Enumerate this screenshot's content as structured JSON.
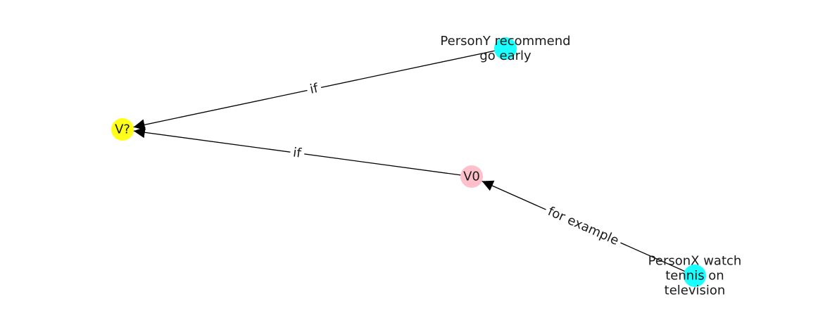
{
  "nodes": [
    {
      "id": "vq",
      "label": [
        "V?"
      ],
      "color": "#ffff1a"
    },
    {
      "id": "v0",
      "label": [
        "V0"
      ],
      "color": "#ffc0cb"
    },
    {
      "id": "py",
      "label": [
        "PersonY recommend",
        "go early"
      ],
      "color": "#1affff"
    },
    {
      "id": "px",
      "label": [
        "PersonX watch",
        "tennis on",
        "television"
      ],
      "color": "#1affff"
    }
  ],
  "edges": [
    {
      "from": "py",
      "to": "vq",
      "label": "if"
    },
    {
      "from": "v0",
      "to": "vq",
      "label": "if"
    },
    {
      "from": "px",
      "to": "v0",
      "label": "for example"
    }
  ]
}
